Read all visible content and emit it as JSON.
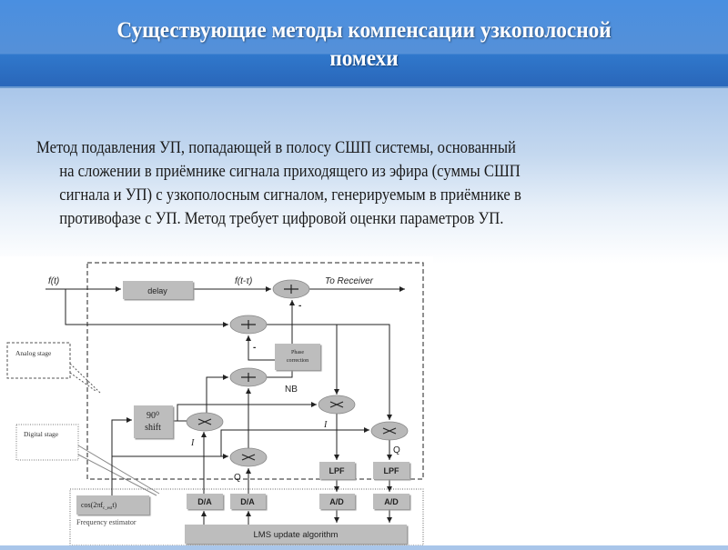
{
  "header": {
    "title_lines": [
      "Существующие методы компенсации узкополосной",
      "помехи"
    ]
  },
  "body": {
    "lines": [
      "Метод подавления УП, попадающей в полосу СШП системы, основанный",
      "на сложении в приёмнике сигнала приходящего из эфира (суммы СШП",
      "сигнала и УП) с узкополосным сигналом, генерируемым в приёмнике в",
      "противофазе с УП. Метод требует цифровой оценки параметров УП."
    ]
  },
  "diagram": {
    "input_label": "f(t)",
    "delay_label": "delay",
    "delayed_label": "f(t-τ)",
    "output_label": "To Receiver",
    "minus_1": "-",
    "minus_2": "-",
    "phase_line1": "Phase",
    "phase_line2": "correction",
    "nb_label": "NB",
    "shift_line1": "90⁰",
    "shift_line2": "shift",
    "i_label_1": "I",
    "i_label_2": "I",
    "q_label_1": "Q",
    "q_label_2": "Q",
    "lpf_1": "LPF",
    "lpf_2": "LPF",
    "da_1": "D/A",
    "da_2": "D/A",
    "ad_1": "A/D",
    "ad_2": "A/D",
    "lms_label": "LMS update algorithm",
    "cos_label": "cos(2πf",
    "cos_sub": "c_est",
    "cos_end": "t)",
    "freq_est_label": "Frequency estimator",
    "analog_stage": "Analog stage",
    "digital_stage": "Digital stage"
  }
}
